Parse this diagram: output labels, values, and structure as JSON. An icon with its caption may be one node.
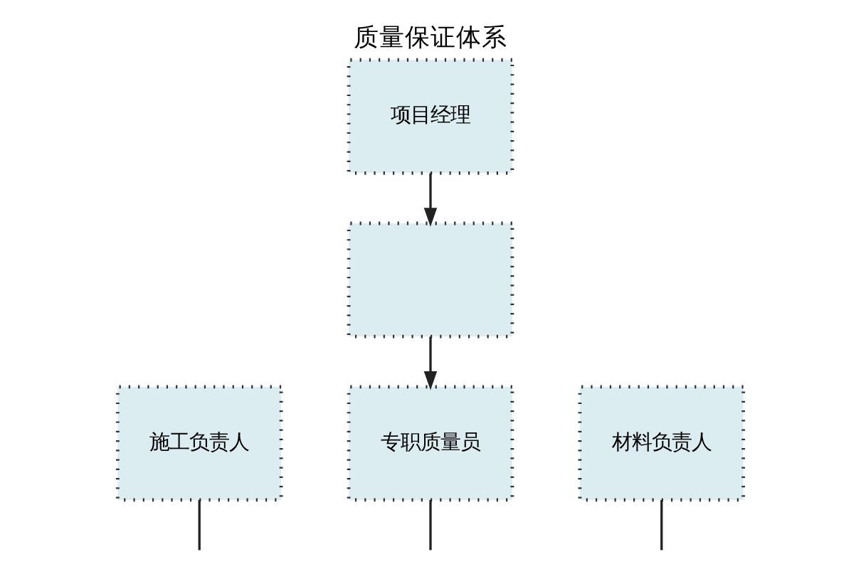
{
  "diagram": {
    "title": "质量保证体系",
    "nodes": [
      {
        "text": [
          "项目经理"
        ]
      },
      {
        "text": [],
        "shape": "box"
      },
      {
        "text": [
          "施工负责人"
        ]
      },
      {
        "text": [
          "专职质量员"
        ]
      },
      {
        "text": [
          "材料负责人"
        ]
      }
    ],
    "edges": [
      {
        "from": 0,
        "to": 1,
        "arrow": "to"
      },
      {
        "from": 1,
        "to": 3,
        "arrow": "to"
      },
      {
        "from": 2,
        "to": null,
        "arrow": "none"
      },
      {
        "from": 3,
        "to": null,
        "arrow": "none"
      },
      {
        "from": 4,
        "to": null,
        "arrow": "none"
      }
    ]
  }
}
